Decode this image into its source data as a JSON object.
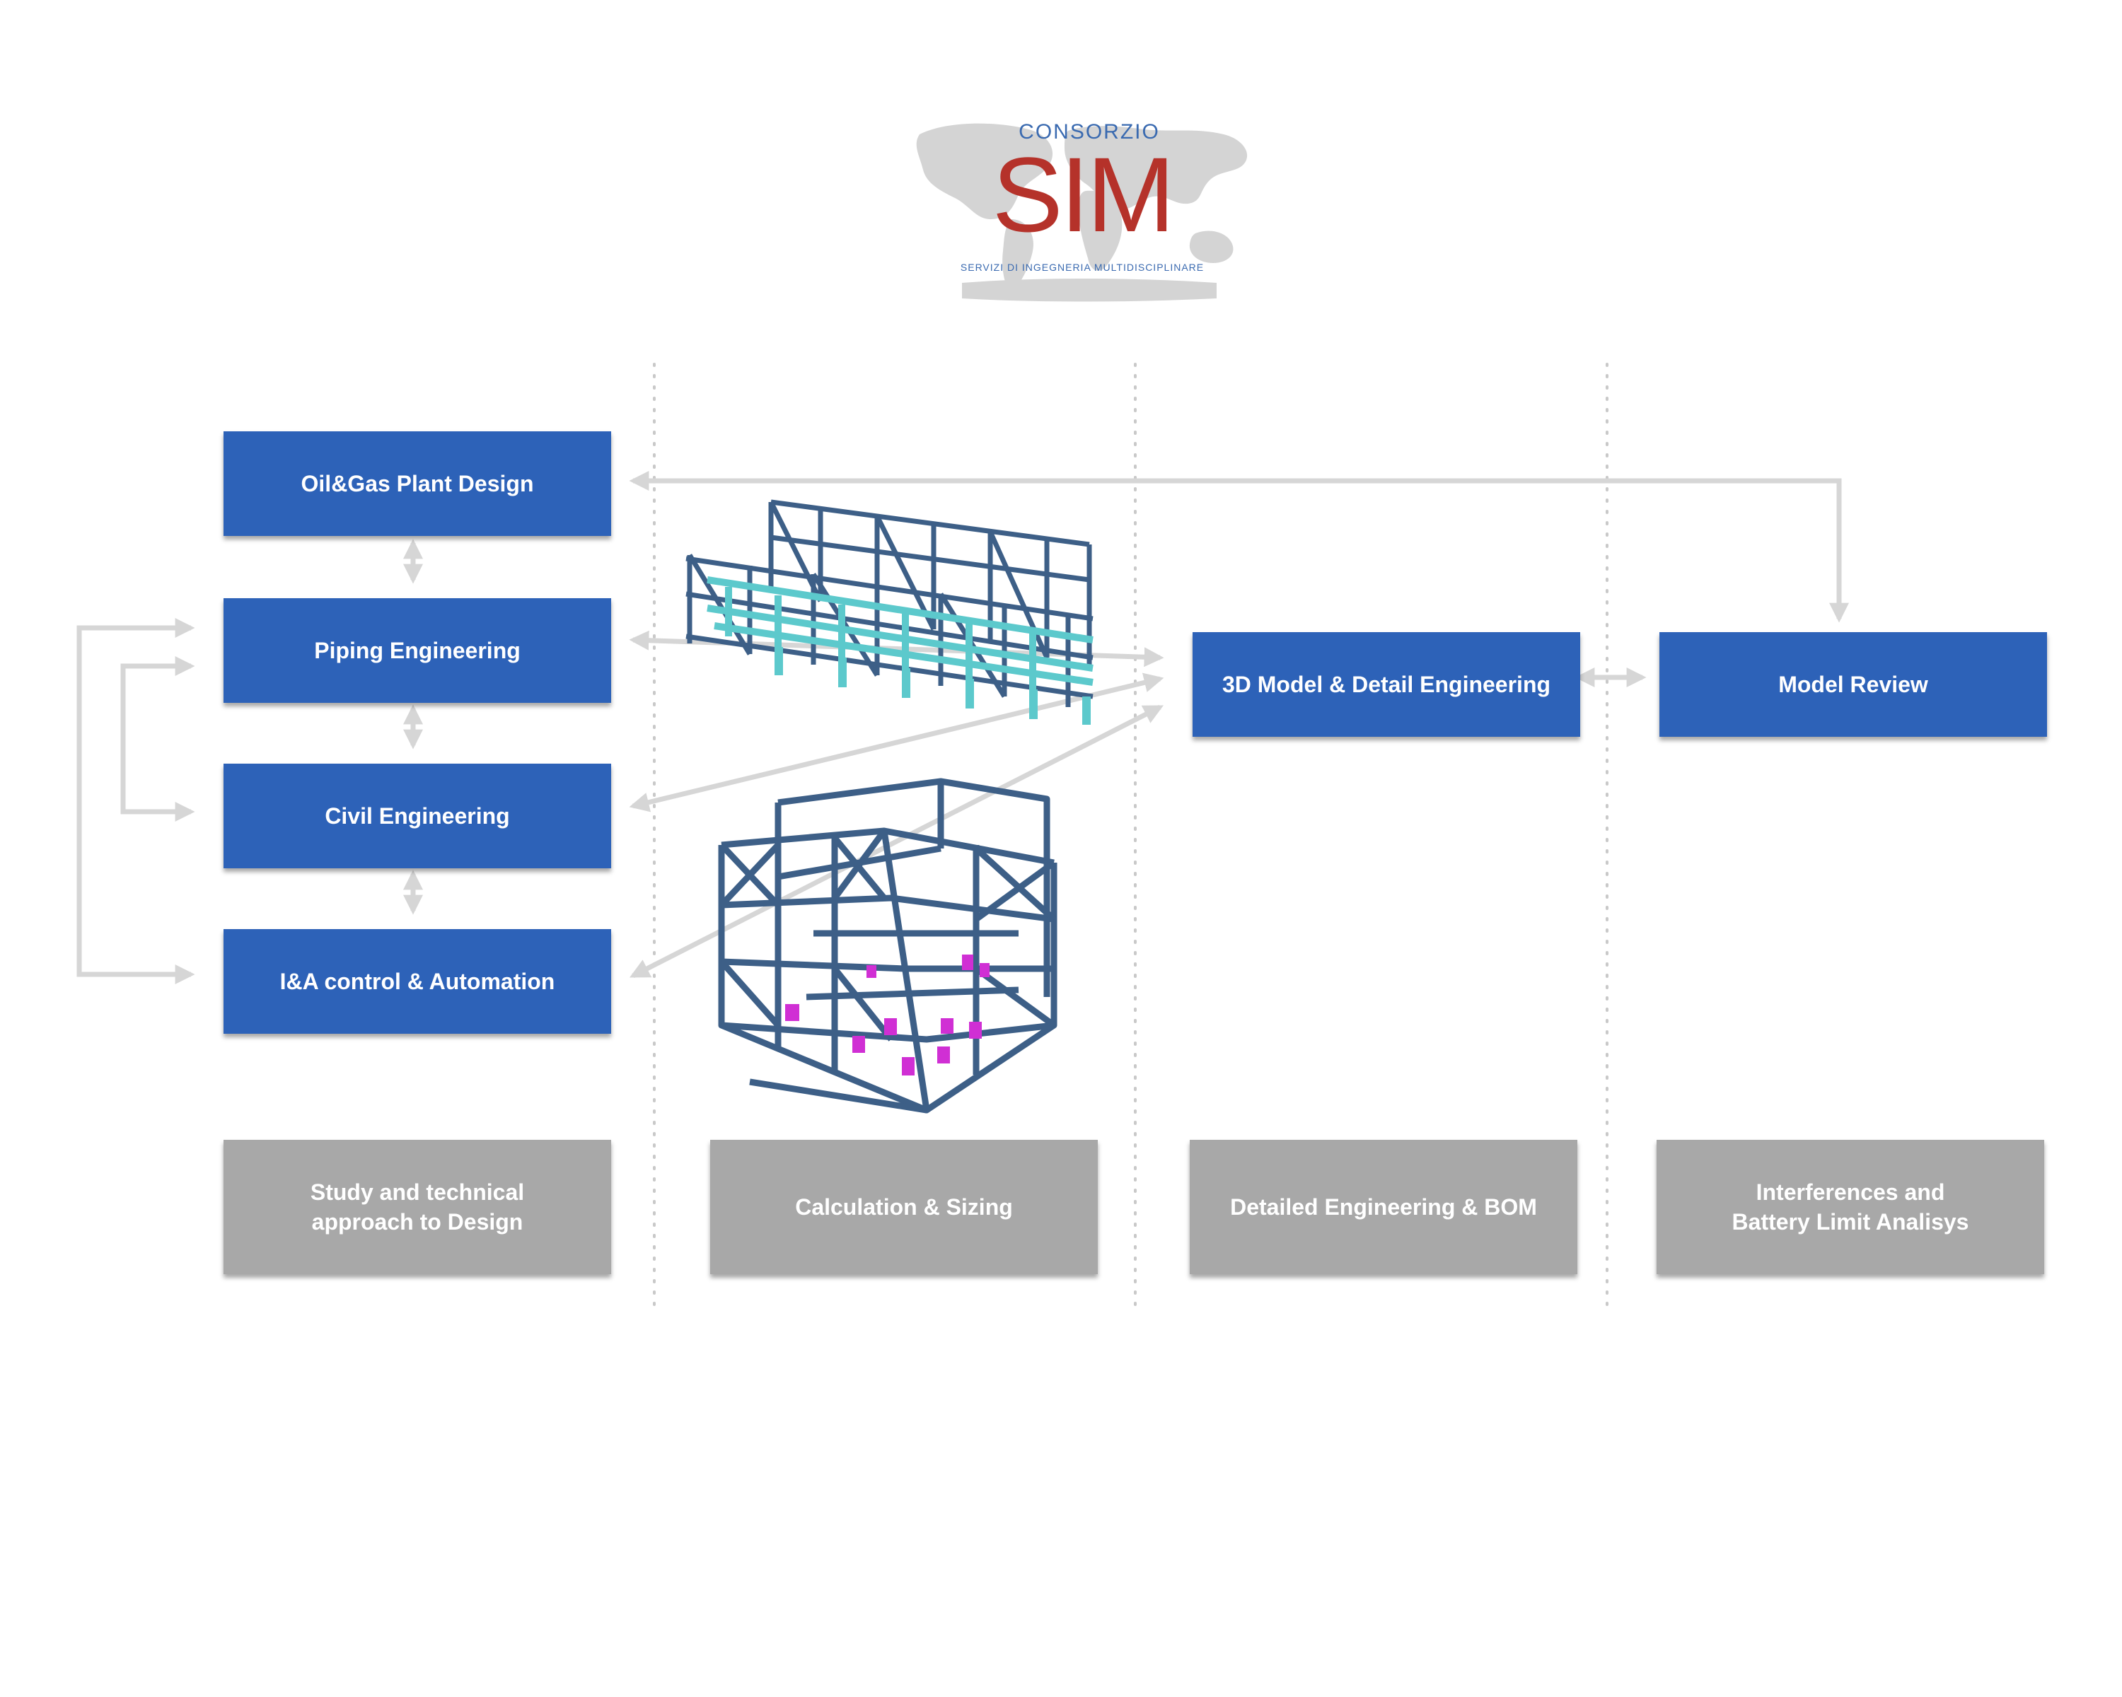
{
  "logo": {
    "top": "CONSORZIO",
    "main": "SIM",
    "tagline": "SERVIZI DI INGEGNERIA MULTIDISCIPLINARE",
    "colors": {
      "text_blue": "#3a6ab0",
      "sim_red": "#b5322a",
      "map_gray": "#cfcfcf"
    }
  },
  "disciplines": [
    {
      "label": "Oil&Gas Plant Design"
    },
    {
      "label": "Piping Engineering"
    },
    {
      "label": "Civil Engineering"
    },
    {
      "label": "I&A control & Automation"
    }
  ],
  "process": {
    "model": "3D Model & Detail Engineering",
    "review": "Model Review"
  },
  "phases": [
    {
      "label": "Study and technical\napproach to Design"
    },
    {
      "label": "Calculation & Sizing"
    },
    {
      "label": "Detailed Engineering & BOM"
    },
    {
      "label": "Interferences and\nBattery Limit Analisys"
    }
  ],
  "colors": {
    "box_blue": "#2d62b8",
    "box_gray": "#a8a8a8",
    "arrow": "#d6d6d6",
    "steel": "#3d5f87",
    "pipe": "#5cc9cc",
    "equipment": "#d02fd4"
  },
  "images": {
    "pipe_rack": "pipe-rack-3d-model",
    "structure": "steel-structure-3d-model"
  }
}
